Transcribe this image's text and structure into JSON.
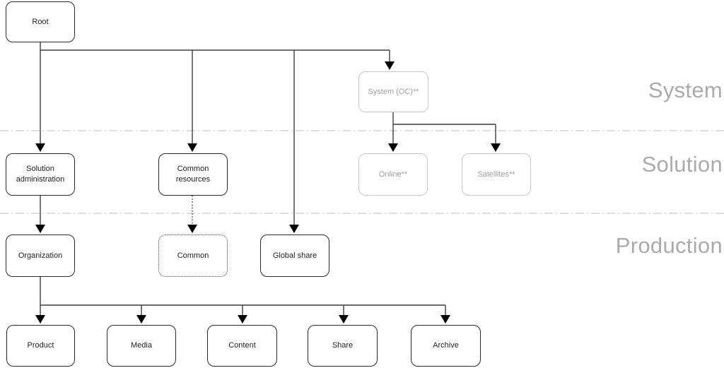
{
  "diagram": {
    "type": "tree-hierarchy",
    "zones": {
      "system": "System",
      "solution": "Solution",
      "production": "Production"
    },
    "nodes": {
      "root": "Root",
      "system_oc": "System (OC)**",
      "solution_administration": "Solution administration",
      "common_resources": "Common resources",
      "online": "Online**",
      "satellites": "Satellites**",
      "organization": "Organization",
      "common": "Common",
      "global_share": "Global share",
      "product": "Product",
      "media": "Media",
      "content": "Content",
      "share": "Share",
      "archive": "Archive"
    },
    "edges": [
      {
        "from": "root",
        "to": "solution_administration",
        "style": "solid-arrow"
      },
      {
        "from": "root",
        "to": "common_resources",
        "style": "solid-arrow"
      },
      {
        "from": "root",
        "to": "global_share",
        "style": "solid-arrow"
      },
      {
        "from": "root",
        "to": "system_oc",
        "style": "solid-arrow"
      },
      {
        "from": "system_oc",
        "to": "online",
        "style": "solid-arrow"
      },
      {
        "from": "system_oc",
        "to": "satellites",
        "style": "solid-arrow"
      },
      {
        "from": "solution_administration",
        "to": "organization",
        "style": "solid-arrow"
      },
      {
        "from": "common_resources",
        "to": "common",
        "style": "dotted-arrow"
      },
      {
        "from": "organization",
        "to": "product",
        "style": "solid-arrow"
      },
      {
        "from": "organization",
        "to": "media",
        "style": "solid-arrow"
      },
      {
        "from": "organization",
        "to": "content",
        "style": "solid-arrow"
      },
      {
        "from": "organization",
        "to": "share",
        "style": "solid-arrow"
      },
      {
        "from": "organization",
        "to": "archive",
        "style": "solid-arrow"
      }
    ],
    "colors": {
      "node_border": "#2a2a2a",
      "node_text": "#222222",
      "muted_node_border": "#c6c6c6",
      "muted_node_text": "#9e9e9e",
      "connector": "#3f3f3f",
      "arrowhead": "#000000",
      "zone_separator": "#c9c9c9",
      "zone_label": "#ababab",
      "background": "#ffffff"
    }
  }
}
